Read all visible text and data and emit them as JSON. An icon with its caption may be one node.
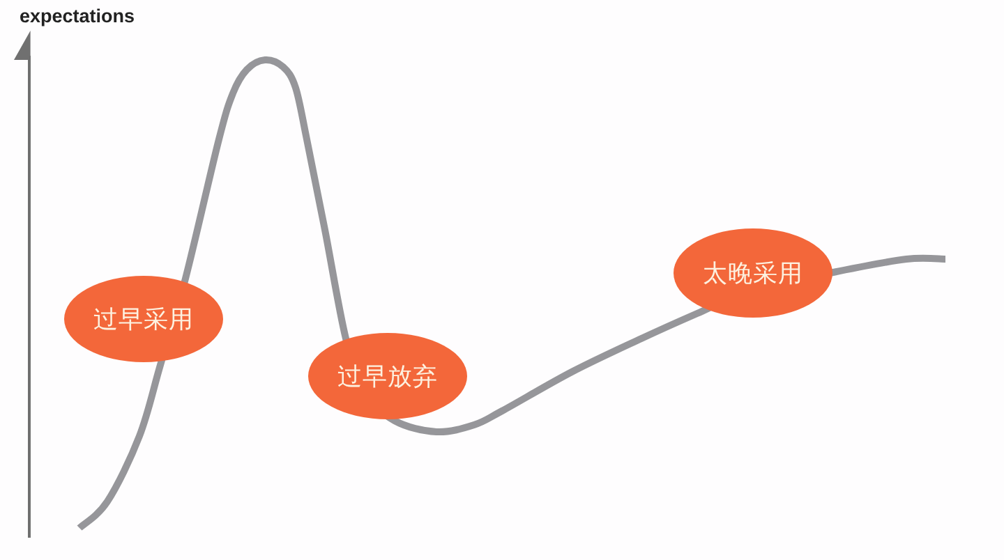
{
  "diagram": {
    "nodes": [
      {
        "text": [
          "过早采用"
        ]
      },
      {
        "text": [
          "过早放弃"
        ]
      },
      {
        "text": [
          "太晚采用"
        ]
      }
    ],
    "labels": [
      "expectations"
    ]
  }
}
